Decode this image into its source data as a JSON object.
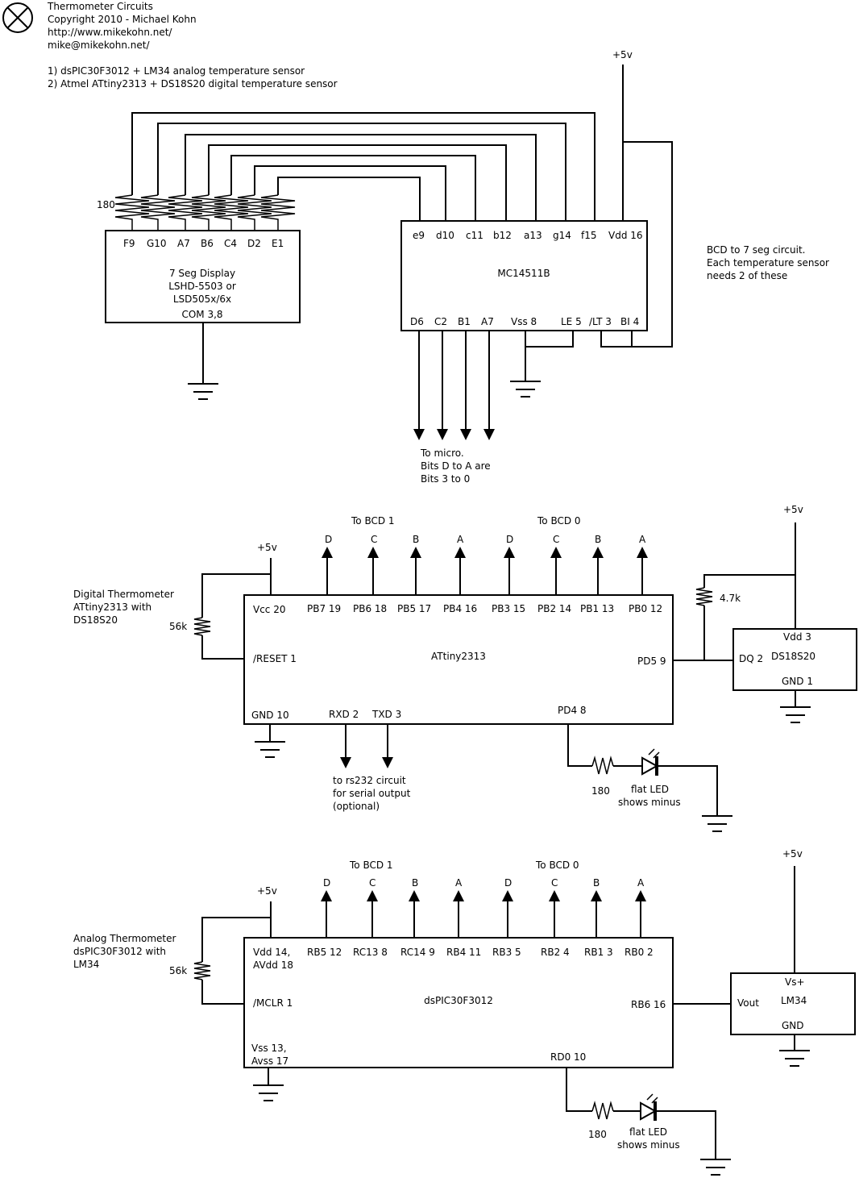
{
  "header": {
    "title": "Thermometer Circuits",
    "copyright": "Copyright 2010 - Michael Kohn",
    "url": "http://www.mikekohn.net/",
    "email": "mike@mikekohn.net/",
    "item1": "1) dsPIC30F3012 + LM34 analog temperature sensor",
    "item2": "2) Atmel ATtiny2313 + DS18S20 digital temperature sensor"
  },
  "bcd_section": {
    "vdd_label": "+5v",
    "resistor_label": "180",
    "display": {
      "pins": [
        "F9",
        "G10",
        "A7",
        "B6",
        "C4",
        "D2",
        "E1"
      ],
      "line1": "7 Seg Display",
      "line2": "LSHD-5503 or",
      "line3": "LSD505x/6x",
      "common": "COM 3,8"
    },
    "decoder": {
      "name": "MC14511B",
      "top_pins": [
        "e9",
        "d10",
        "c11",
        "b12",
        "a13",
        "g14",
        "f15",
        "Vdd 16"
      ],
      "bottom_pins": [
        "D6",
        "C2",
        "B1",
        "A7",
        "Vss 8",
        "LE 5",
        "/LT 3",
        "BI 4"
      ]
    },
    "note": [
      "BCD to 7 seg circuit.",
      "Each temperature sensor",
      "needs 2 of these"
    ],
    "micro_note": [
      "To micro.",
      "Bits D to A are",
      "Bits 3 to 0"
    ]
  },
  "digital_section": {
    "title": [
      "Digital Thermometer",
      "ATtiny2313 with",
      "DS18S20"
    ],
    "vcc_label": "+5v",
    "sensor_vcc_label": "+5v",
    "pullup_label": "56k",
    "sensor_pullup_label": "4.7k",
    "bcd1_label": "To BCD 1",
    "bcd0_label": "To BCD 0",
    "bit_labels": [
      "D",
      "C",
      "B",
      "A",
      "D",
      "C",
      "B",
      "A"
    ],
    "chip": {
      "name": "ATtiny2313",
      "vcc": "Vcc 20",
      "reset": "/RESET 1",
      "gnd": "GND 10",
      "rxd": "RXD 2",
      "txd": "TXD 3",
      "pd4": "PD4 8",
      "pd5": "PD5 9",
      "top_pins": [
        "PB7 19",
        "PB6 18",
        "PB5 17",
        "PB4 16",
        "PB3 15",
        "PB2 14",
        "PB1 13",
        "PB0 12"
      ]
    },
    "sensor": {
      "vdd": "Vdd 3",
      "dq": "DQ 2",
      "name": "DS18S20",
      "gnd": "GND 1"
    },
    "serial_note": [
      "to rs232 circuit",
      "for serial output",
      "(optional)"
    ],
    "led_resistor_label": "180",
    "led_note": [
      "flat LED",
      "shows minus"
    ]
  },
  "analog_section": {
    "title": [
      "Analog Thermometer",
      "dsPIC30F3012 with",
      "LM34"
    ],
    "vcc_label": "+5v",
    "sensor_vcc_label": "+5v",
    "pullup_label": "56k",
    "bcd1_label": "To BCD 1",
    "bcd0_label": "To BCD 0",
    "bit_labels": [
      "D",
      "C",
      "B",
      "A",
      "D",
      "C",
      "B",
      "A"
    ],
    "chip": {
      "name": "dsPIC30F3012",
      "vdd_line1": "Vdd 14,",
      "vdd_line2": "AVdd 18",
      "mclr": "/MCLR 1",
      "vss_line1": "Vss 13,",
      "vss_line2": "Avss 17",
      "rb6": "RB6 16",
      "rd0": "RD0 10",
      "top_pins": [
        "RB5 12",
        "RC13 8",
        "RC14 9",
        "RB4 11",
        "RB3 5",
        "RB2 4",
        "RB1 3",
        "RB0 2"
      ]
    },
    "sensor": {
      "vs": "Vs+",
      "vout": "Vout",
      "name": "LM34",
      "gnd": "GND"
    },
    "led_resistor_label": "180",
    "led_note": [
      "flat LED",
      "shows minus"
    ]
  }
}
